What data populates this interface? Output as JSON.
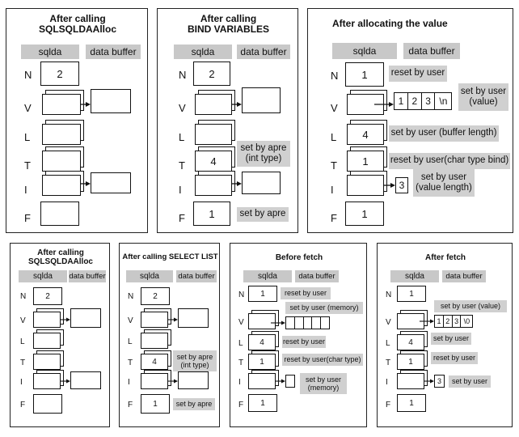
{
  "common": {
    "sqlda_header": "sqlda",
    "buffer_header": "data buffer",
    "row_labels": [
      "N",
      "V",
      "L",
      "T",
      "I",
      "F"
    ]
  },
  "top": {
    "p1": {
      "title_line1": "After calling",
      "title_line2": "SQLSQLDAAlloc",
      "n_value": "2"
    },
    "p2": {
      "title_line1": "After calling",
      "title_line2": "BIND VARIABLES",
      "n_value": "2",
      "t_value": "4",
      "t_note": "set by apre\n(int type)",
      "f_value": "1",
      "f_note": "set by apre"
    },
    "p3": {
      "title": "After allocating the value",
      "n_value": "1",
      "n_note": "reset by user",
      "v_cells": [
        "1",
        "2",
        "3",
        "\\n"
      ],
      "v_note": "set by user\n(value)",
      "l_value": "4",
      "l_note": "set by user (buffer length)",
      "t_value": "1",
      "t_note": "reset by user(char type bind)",
      "i_cell": "3",
      "i_note": "set by user\n(value length)",
      "f_value": "1"
    }
  },
  "bottom": {
    "p1": {
      "title_line1": "After calling",
      "title_line2": "SQLSQLDAAlloc",
      "n_value": "2"
    },
    "p2": {
      "title": "After calling SELECT LIST",
      "n_value": "2",
      "t_value": "4",
      "t_note": "set by apre\n(int type)",
      "f_value": "1",
      "f_note": "set by apre"
    },
    "p3": {
      "title": "Before fetch",
      "n_value": "1",
      "n_note": "reset by user",
      "v_note": "set by user (memory)",
      "l_value": "4",
      "l_note": "reset by user",
      "t_value": "1",
      "t_note": "reset by user(char type)",
      "i_note": "set by user\n(memory)",
      "f_value": "1"
    },
    "p4": {
      "title": "After fetch",
      "n_value": "1",
      "v_note": "set by user (value)",
      "v_cells": [
        "1",
        "2",
        "3",
        "\\0"
      ],
      "l_value": "4",
      "l_note": "set by user",
      "t_value": "1",
      "t_note": "reset by user",
      "i_cell": "3",
      "i_note": "set by user",
      "f_value": "1"
    }
  }
}
